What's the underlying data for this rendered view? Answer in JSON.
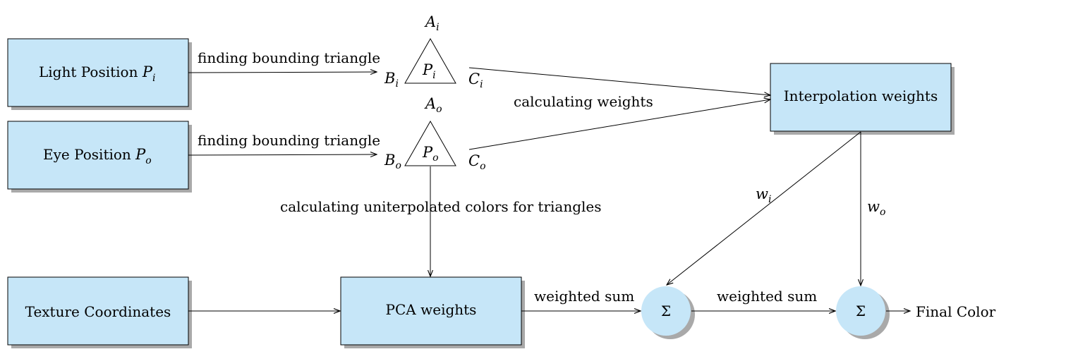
{
  "boxes": {
    "light_position": "Light Position",
    "light_sym": "P",
    "light_sub": "i",
    "eye_position": "Eye Position",
    "eye_sym": "P",
    "eye_sub": "o",
    "texture": "Texture Coordinates",
    "pca": "PCA weights",
    "interp": "Interpolation weights"
  },
  "triangle_i": {
    "A": "A",
    "A_sub": "i",
    "B": "B",
    "B_sub": "i",
    "C": "C",
    "C_sub": "i",
    "P": "P",
    "P_sub": "i"
  },
  "triangle_o": {
    "A": "A",
    "A_sub": "o",
    "B": "B",
    "B_sub": "o",
    "C": "C",
    "C_sub": "o",
    "P": "P",
    "P_sub": "o"
  },
  "edges": {
    "bounding_1": "finding bounding triangle",
    "bounding_2": "finding bounding triangle",
    "calc_weights": "calculating weights",
    "uninterp": "calculating uniterpolated colors for triangles",
    "weighted_sum_1": "weighted sum",
    "weighted_sum_2": "weighted sum",
    "wi": "w",
    "wi_sub": "i",
    "wo": "w",
    "wo_sub": "o",
    "final": "Final Color"
  },
  "sum_nodes": {
    "sigma": "Σ"
  },
  "colors": {
    "box_fill": "#c6e6f8",
    "shadow": "#a9a9a9",
    "stroke": "#000000"
  }
}
